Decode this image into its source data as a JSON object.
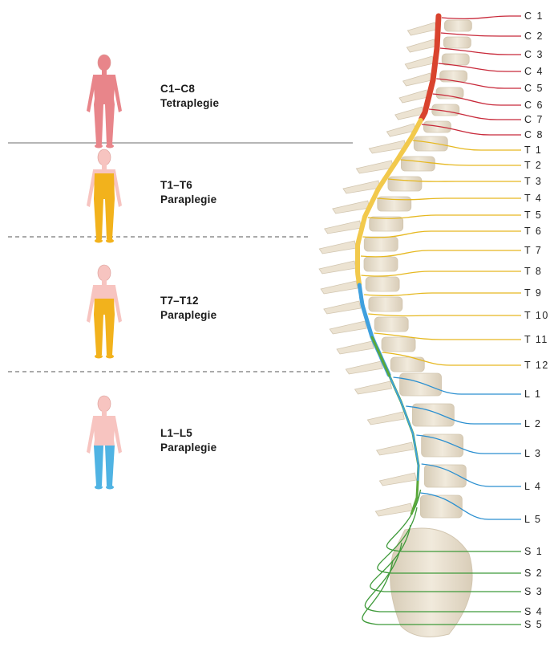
{
  "injury_levels": [
    {
      "id": "cervical",
      "range": "C1–C8",
      "condition": "Tetraplegie",
      "body_color": "#e8858a",
      "highlight_color": "#e8858a"
    },
    {
      "id": "upper-thoracic",
      "range": "T1–T6",
      "condition": "Paraplegie",
      "body_color": "#f7c4c0",
      "highlight_color": "#f2b21c"
    },
    {
      "id": "lower-thoracic",
      "range": "T7–T12",
      "condition": "Paraplegie",
      "body_color": "#f7c4c0",
      "highlight_color": "#f2b21c"
    },
    {
      "id": "lumbar",
      "range": "L1–L5",
      "condition": "Paraplegie",
      "body_color": "#f7c4c0",
      "highlight_color": "#4fb3e3"
    }
  ],
  "spinal_nerves": {
    "cervical": {
      "color": "#c8293a",
      "labels": [
        "C 1",
        "C 2",
        "C 3",
        "C 4",
        "C 5",
        "C 6",
        "C 7",
        "C 8"
      ]
    },
    "thoracic": {
      "color": "#e6b820",
      "labels": [
        "T 1",
        "T 2",
        "T 3",
        "T 4",
        "T 5",
        "T 6",
        "T 7",
        "T 8",
        "T 9",
        "T 10",
        "T 11",
        "T 12"
      ]
    },
    "lumbar": {
      "color": "#2a8fd0",
      "labels": [
        "L 1",
        "L 2",
        "L 3",
        "L 4",
        "L 5"
      ]
    },
    "sacral": {
      "color": "#3f9a3a",
      "labels": [
        "S 1",
        "S 2",
        "S 3",
        "S 4",
        "S 5"
      ]
    }
  },
  "colors": {
    "cord_cervical": "#d9432e",
    "cord_thoracic": "#f2c94c",
    "cord_lumbar": "#3fa0de",
    "cord_sacral": "#5aa83a",
    "bone": "#ece3d2",
    "bone_shadow": "#d2c6b0",
    "divider": "#8a8a8a"
  }
}
